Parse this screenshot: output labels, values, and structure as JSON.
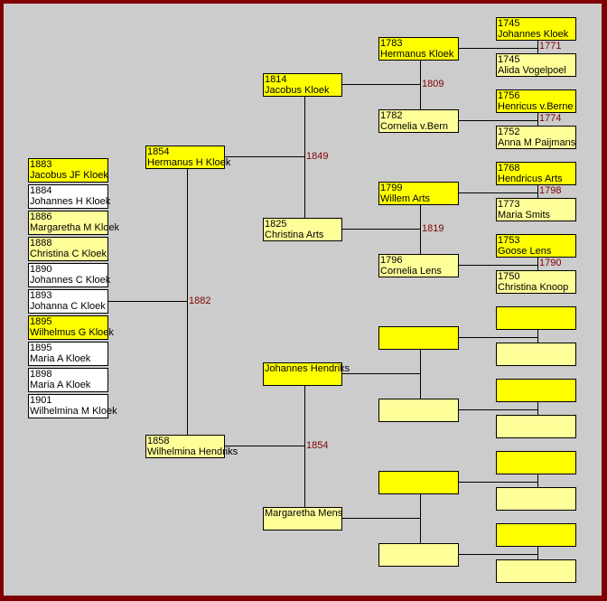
{
  "colors": {
    "frame": "#800000",
    "male": "#ffff00",
    "female": "#ffff99",
    "child": "#ffffff",
    "marriage_year": "#800000"
  },
  "children": [
    {
      "year": "1883",
      "name": "Jacobus JF Kloek"
    },
    {
      "year": "1884",
      "name": "Johannes H Kloek"
    },
    {
      "year": "1886",
      "name": "Margaretha M Kloek"
    },
    {
      "year": "1888",
      "name": "Christina C Kloek"
    },
    {
      "year": "1890",
      "name": "Johannes C Kloek"
    },
    {
      "year": "1893",
      "name": "Johanna C Kloek"
    },
    {
      "year": "1895",
      "name": "Wilhelmus G Kloek"
    },
    {
      "year": "1895",
      "name": "Maria A Kloek"
    },
    {
      "year": "1898",
      "name": "Maria A Kloek"
    },
    {
      "year": "1901",
      "name": "Wilhelmina M Kloek"
    }
  ],
  "parents": [
    {
      "year": "1854",
      "name": "Hermanus H Kloek"
    },
    {
      "year": "1858",
      "name": "Wilhelmina Hendriks"
    }
  ],
  "grandparents": [
    {
      "year": "1814",
      "name": "Jacobus Kloek"
    },
    {
      "year": "1825",
      "name": "Christina Arts"
    },
    {
      "year": "",
      "name": "Johannes Hendriks"
    },
    {
      "year": "",
      "name": "Margaretha Mens"
    }
  ],
  "great_grandparents": [
    {
      "year": "1783",
      "name": "Hermanus Kloek"
    },
    {
      "year": "1782",
      "name": "Cornelia v.Bern"
    },
    {
      "year": "1799",
      "name": "Willem Arts"
    },
    {
      "year": "1796",
      "name": "Cornelia Lens"
    },
    {
      "year": "",
      "name": ""
    },
    {
      "year": "",
      "name": ""
    },
    {
      "year": "",
      "name": ""
    },
    {
      "year": "",
      "name": ""
    }
  ],
  "gg_grandparents": [
    {
      "year": "1745",
      "name": "Johannes Kloek"
    },
    {
      "year": "1745",
      "name": "Alida Vogelpoel"
    },
    {
      "year": "1756",
      "name": "Henricus v.Berne"
    },
    {
      "year": "1752",
      "name": "Anna M Paijmans"
    },
    {
      "year": "1768",
      "name": "Hendricus Arts"
    },
    {
      "year": "1773",
      "name": "Maria Smits"
    },
    {
      "year": "1753",
      "name": "Goose Lens"
    },
    {
      "year": "1750",
      "name": "Christina Knoop"
    },
    {
      "year": "",
      "name": ""
    },
    {
      "year": "",
      "name": ""
    },
    {
      "year": "",
      "name": ""
    },
    {
      "year": "",
      "name": ""
    },
    {
      "year": "",
      "name": ""
    },
    {
      "year": "",
      "name": ""
    },
    {
      "year": "",
      "name": ""
    },
    {
      "year": "",
      "name": ""
    }
  ],
  "marriages": {
    "parents": "1882",
    "grandparents": [
      "1849",
      "1854"
    ],
    "great_grandparents": [
      "1809",
      "1819",
      "",
      ""
    ],
    "gg_grandparents": [
      "1771",
      "1774",
      "1798",
      "1790",
      "",
      "",
      "",
      ""
    ]
  }
}
